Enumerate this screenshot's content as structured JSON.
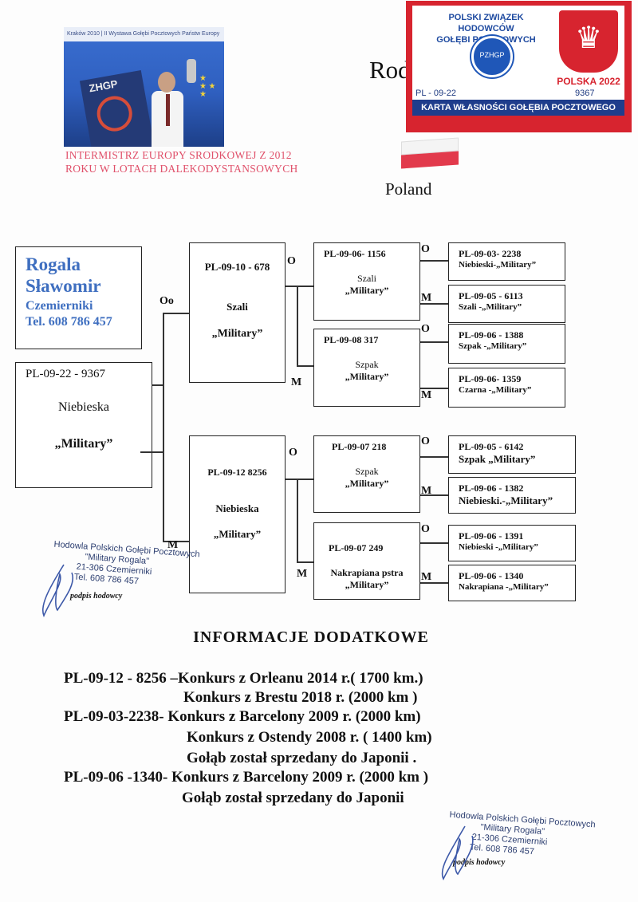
{
  "photo": {
    "banner_text": "Kraków 2010 | II Wystawa Gołębi Pocztowych Państw Europy",
    "flag_text": "ZHGP"
  },
  "intermistrz": [
    "INTERMISTRZ  EUROPY  SRODKOWEJ  Z  2012",
    "ROKU W LOTACH DALEKODYSTANSOWYCH"
  ],
  "title_fragment": "Rod",
  "country": "Poland",
  "colors": {
    "card_red": "#d7242f",
    "card_blue": "#1f3d8c",
    "owner_blue": "#3f6fc0",
    "intermistrz_pink": "#e0506a"
  },
  "card": {
    "org_line1": "POLSKI ZWIĄZEK HODOWCÓW",
    "org_line2": "GOŁĘBI POCZTOWYCH",
    "emblem": "PZHGP",
    "eagle_icon": "white-eagle-icon",
    "polska": "POLSKA 2022",
    "ring_prefix": "PL - 09-22",
    "ring_number": "9367",
    "footer": "KARTA WŁASNOŚCI GOŁĘBIA POCZTOWEGO"
  },
  "owner": {
    "first": "Rogala",
    "last": "Sławomir",
    "city": "Czemierniki",
    "tel": "Tel. 608 786 457"
  },
  "subject": {
    "ring": "PL-09-22 - 9367",
    "color": "Niebieska",
    "line": "„Military”"
  },
  "labels": {
    "father_mark": "Oo",
    "father": "O",
    "mother": "M"
  },
  "gen1": {
    "father": {
      "ring": "PL-09-10 - 678",
      "color": "Szali",
      "line": "„Military”"
    },
    "mother": {
      "ring": "PL-09-12  8256",
      "color": "Niebieska",
      "line": "„Military”"
    }
  },
  "gen2": [
    {
      "ring": "PL-09-06- 1156",
      "color": "Szali",
      "line": "„Military”"
    },
    {
      "ring": "PL-09-08   317",
      "color": "Szpak",
      "line": "„Military”"
    },
    {
      "ring": "PL-09-07 218",
      "color": "Szpak",
      "line": "„Military”"
    },
    {
      "ring": "PL-09-07 249",
      "color": "Nakrapiana pstra",
      "line": "„Military”"
    }
  ],
  "gen3": [
    {
      "ring": "PL-09-03- 2238",
      "desc": "Niebieski-„Military”"
    },
    {
      "ring": "PL-09-05 - 6113",
      "desc": "Szali -„Military”"
    },
    {
      "ring": "PL-09-06 - 1388",
      "desc": "Szpak -„Military”"
    },
    {
      "ring": "PL-09-06- 1359",
      "desc": "Czarna -„Military”"
    },
    {
      "ring": "PL-09-05 - 6142",
      "desc": "Szpak „Military”"
    },
    {
      "ring": "PL-09-06 - 1382",
      "desc": "Niebieski.-„Military”"
    },
    {
      "ring": "PL-09-06 - 1391",
      "desc": "Niebieski -„Military”"
    },
    {
      "ring": "PL-09-06 - 1340",
      "desc": "Nakrapiana -„Military”"
    }
  ],
  "stamp": {
    "line1": "Hodowla Polskich Gołębi Pocztowych",
    "line2": "\"Military Rogala\"",
    "line3": "21-306 Czemierniki",
    "line4": "Tel. 608 786 457",
    "signature": "podpis hodowcy"
  },
  "info": {
    "title": "INFORMACJE   DODATKOWE",
    "lines": [
      "PL-09-12 - 8256 –Konkurs z Orleanu  2014 r.( 1700 km.)",
      "Konkurs z Brestu 2018 r. (2000 km )",
      "PL-09-03-2238-   Konkurs z Barcelony 2009 r. (2000 km)",
      "Konkurs z Ostendy 2008 r. ( 1400 km)",
      "Gołąb został sprzedany do Japonii .",
      "PL-09-06 -1340- Konkurs z Barcelony 2009 r. (2000 km )",
      "Gołąb został sprzedany do Japonii"
    ]
  }
}
